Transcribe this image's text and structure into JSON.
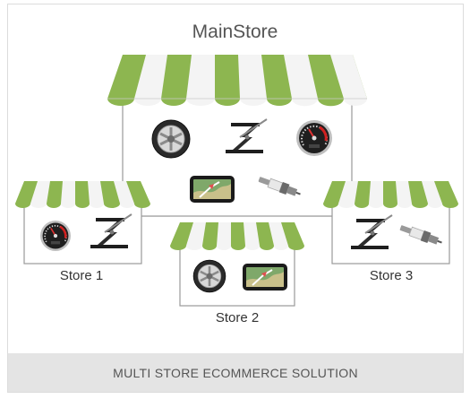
{
  "main_store": {
    "title": "MainStore"
  },
  "stores": [
    {
      "label": "Store 1"
    },
    {
      "label": "Store 2"
    },
    {
      "label": "Store 3"
    }
  ],
  "footer": {
    "text": "MULTI STORE ECOMMERCE SOLUTION"
  },
  "colors": {
    "awning_green": "#8db650",
    "awning_white": "#f4f4f4",
    "connector": "#b9b9b9",
    "footer_bg": "#e4e4e4"
  },
  "icons": {
    "main_store": [
      "tire-icon",
      "car-jack-icon",
      "speedometer-icon",
      "gps-navigator-icon",
      "spark-plug-icon"
    ],
    "store_1": [
      "speedometer-icon",
      "car-jack-icon"
    ],
    "store_2": [
      "tire-icon",
      "gps-navigator-icon"
    ],
    "store_3": [
      "car-jack-icon",
      "spark-plug-icon"
    ]
  }
}
